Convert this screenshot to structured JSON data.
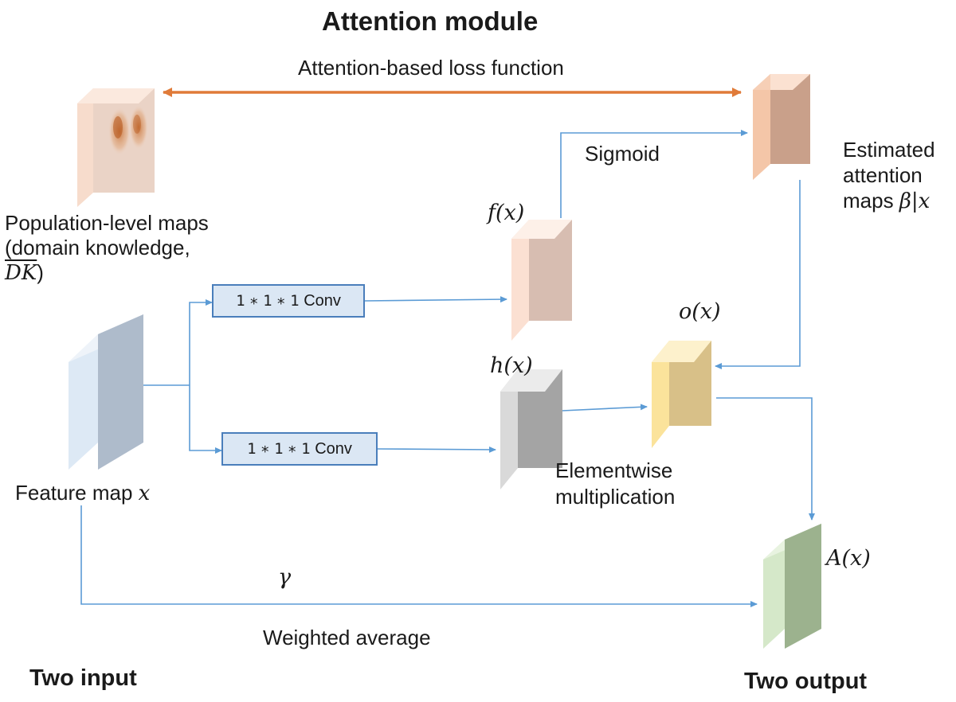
{
  "title": "Attention module",
  "loss_label": "Attention-based loss function",
  "population_maps_label": [
    "Population-level maps",
    "(domain knowledge,",
    ")"
  ],
  "domain_knowledge_symbol": "DK",
  "sigmoid_label": "Sigmoid",
  "estimated_label": [
    "Estimated",
    "attention",
    "maps "
  ],
  "estimated_symbol": "β",
  "estimated_condition": "|x",
  "conv_top": {
    "a": "1",
    "b": "1",
    "c": "1",
    "op": "∗",
    "suffix": "Conv"
  },
  "conv_bottom": {
    "a": "1",
    "b": "1",
    "c": "1",
    "op": "∗",
    "suffix": "Conv"
  },
  "f_label": "f(x)",
  "h_label": "h(x)",
  "o_label": "o(x)",
  "a_label": "A(x)",
  "feature_map_label": "Feature map ",
  "feature_map_symbol": "x",
  "elementwise_label": [
    "Elementwise",
    "multiplication"
  ],
  "gamma_label": "γ",
  "weighted_avg_label": "Weighted average",
  "two_input_label": "Two input",
  "two_output_label": "Two output",
  "colors": {
    "arrow_blue": "#5b9bd5",
    "arrow_orange": "#e07b39",
    "conv_border": "#4a7ebb",
    "conv_fill": "#dbe7f4"
  }
}
